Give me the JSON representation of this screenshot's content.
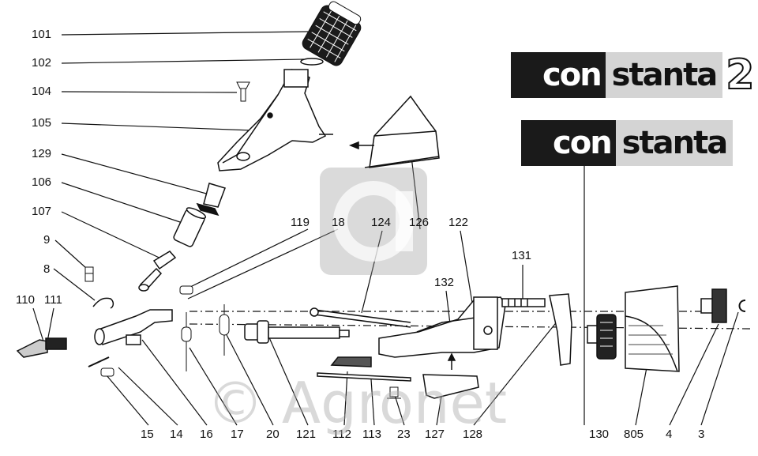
{
  "brand_top": {
    "dark": "con",
    "light": "stanta",
    "number": "2"
  },
  "brand_bottom": {
    "dark": "con",
    "light": "stanta"
  },
  "watermark": "© Agronet",
  "labels": {
    "l101": "101",
    "l102": "102",
    "l104": "104",
    "l105": "105",
    "l129": "129",
    "l106": "106",
    "l107": "107",
    "l9": "9",
    "l8": "8",
    "l110": "110",
    "l111": "111",
    "l119": "119",
    "l18": "18",
    "l124": "124",
    "l126": "126",
    "l122": "122",
    "l131": "131",
    "l132": "132",
    "l15": "15",
    "l14": "14",
    "l16": "16",
    "l17": "17",
    "l20": "20",
    "l121": "121",
    "l112": "112",
    "l113": "113",
    "l23": "23",
    "l127": "127",
    "l128": "128",
    "l130": "130",
    "l805": "805",
    "l4": "4",
    "l3": "3"
  }
}
